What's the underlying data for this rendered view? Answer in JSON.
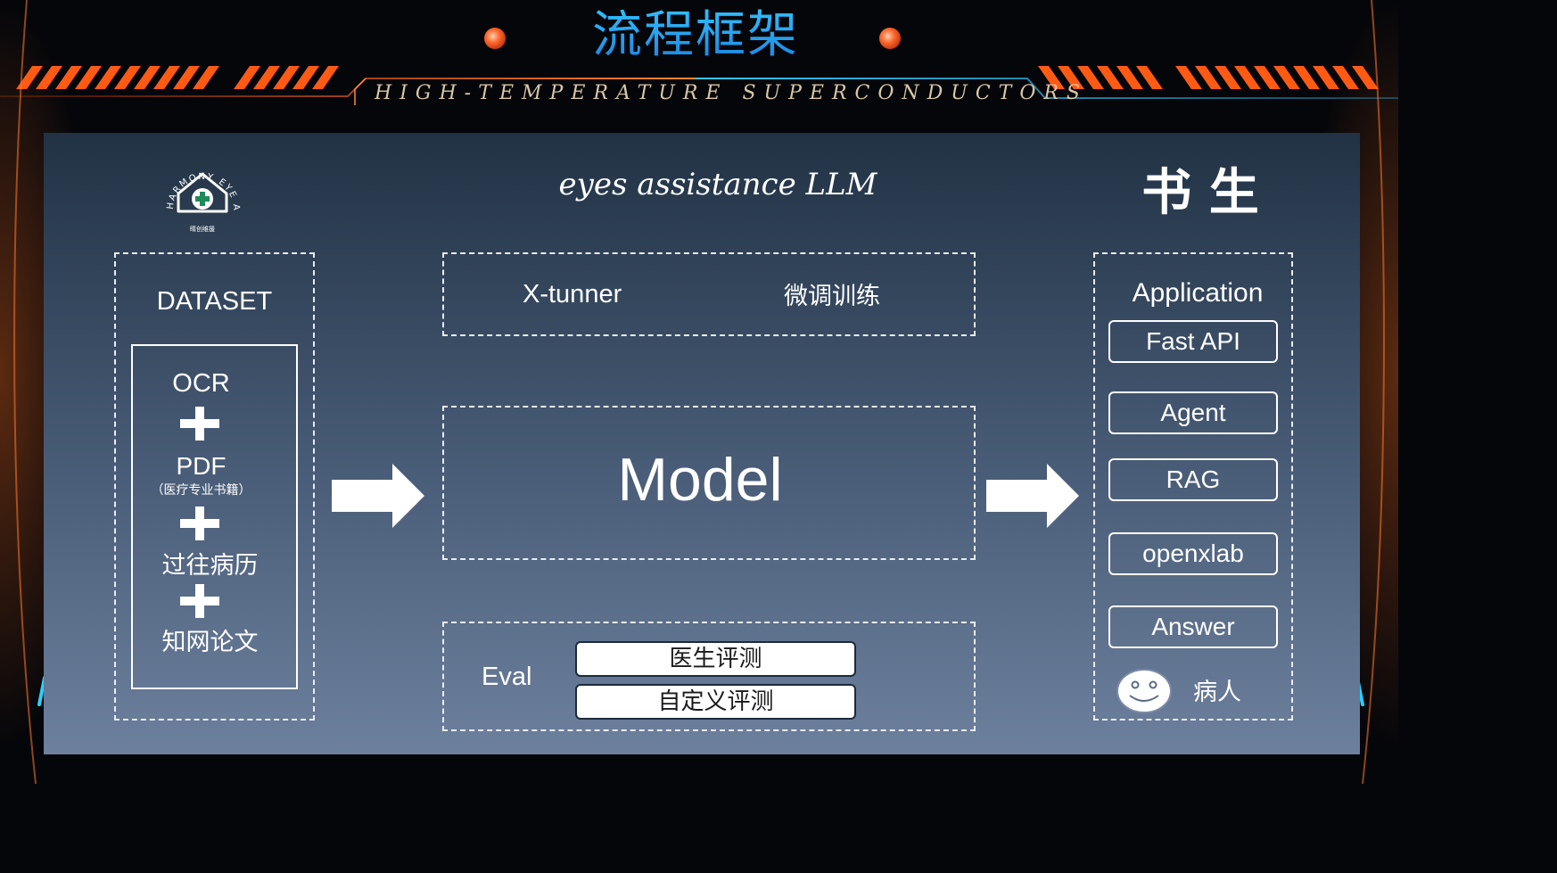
{
  "header": {
    "title": "流程框架",
    "subtitle": "HIGH-TEMPERATURE SUPERCONDUCTORS"
  },
  "logo": {
    "ring_text": "HARMONY EYE AID",
    "bottom_text": "睛创维援"
  },
  "project_title": "eyes assistance LLM",
  "brand_chars": "书 生",
  "dataset": {
    "heading": "DATASET",
    "items": [
      {
        "label": "OCR"
      },
      {
        "label": "PDF",
        "note": "（医疗专业书籍）"
      },
      {
        "label": "过往病历"
      },
      {
        "label": "知网论文"
      }
    ]
  },
  "finetune": {
    "tool": "X-tunner",
    "label": "微调训练"
  },
  "model": {
    "label": "Model"
  },
  "eval": {
    "label": "Eval",
    "items": [
      "医生评测",
      "自定义评测"
    ]
  },
  "application": {
    "heading": "Application",
    "items": [
      "Fast API",
      "Agent",
      "RAG",
      "openxlab",
      "Answer"
    ],
    "user_label": "病人"
  },
  "colors": {
    "title_blue": "#1a8ff0",
    "accent_orange": "#ff6a1a",
    "accent_cyan": "#2ad0ff",
    "panel_top": "#213244",
    "panel_bottom": "#6d809d"
  }
}
